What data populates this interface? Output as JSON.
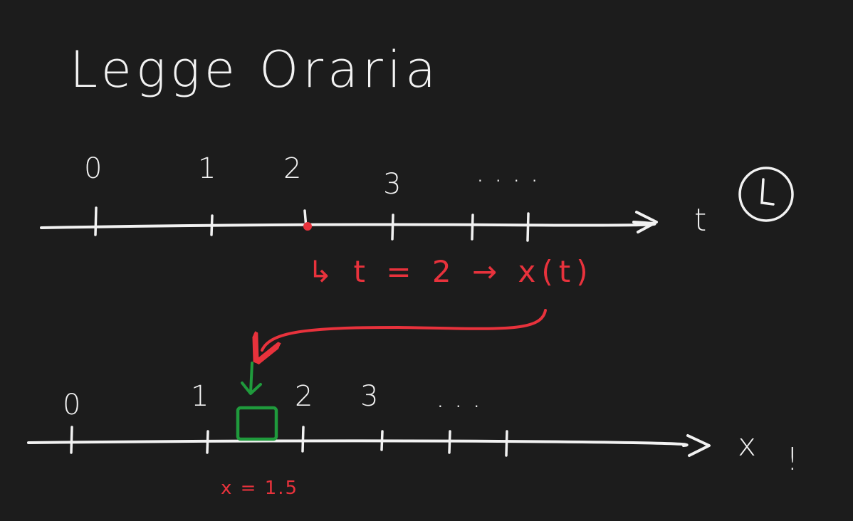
{
  "title": "Legge Oraria",
  "time_axis": {
    "tick_labels": [
      "0",
      "1",
      "2",
      "3"
    ],
    "ellipsis": ". . . .",
    "axis_label": "t",
    "icon": "clock-icon",
    "highlight_color": "#e8323c"
  },
  "annotation": {
    "text": "↳ t = 2 → x(t)"
  },
  "position_axis": {
    "tick_labels": [
      "0",
      "1",
      "2",
      "3"
    ],
    "ellipsis": ". . .",
    "axis_label": "x",
    "exclamation": "!",
    "position_label": "x = 1.5",
    "object_color": "#1f9a3c"
  },
  "colors": {
    "background": "#1c1c1c",
    "ink": "#f2f2f2",
    "red": "#e8323c",
    "green": "#1f9a3c"
  }
}
